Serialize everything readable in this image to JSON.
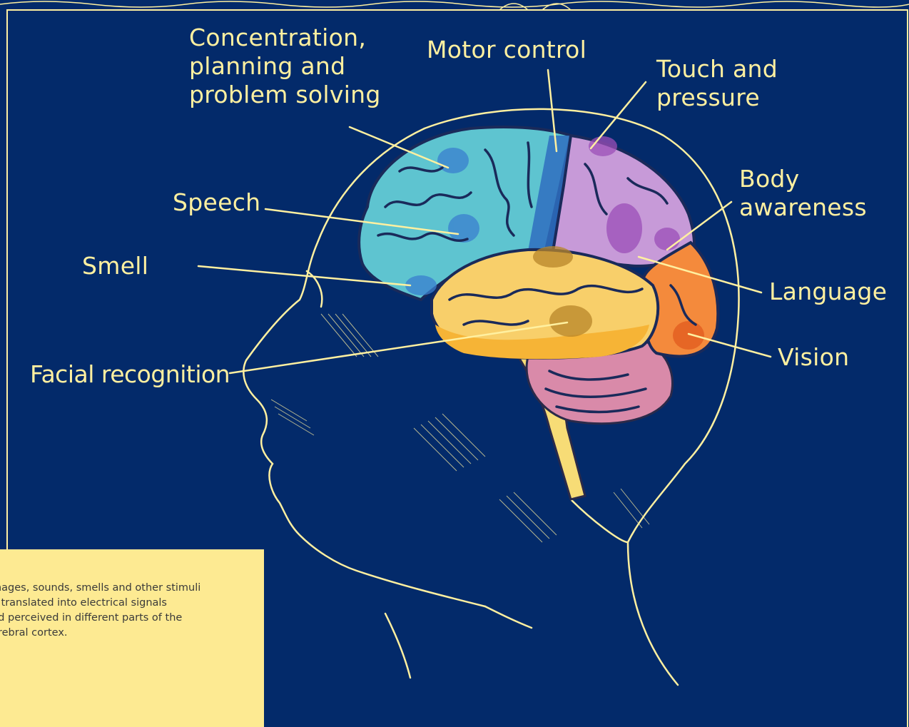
{
  "labels": {
    "concentration": "Concentration,\nplanning and\nproblem solving",
    "motor": "Motor control",
    "touch": "Touch and\npressure",
    "speech": "Speech",
    "body": "Body\nawareness",
    "smell": "Smell",
    "language": "Language",
    "vision": "Vision",
    "facial": "Facial recognition"
  },
  "caption": "mages, sounds, smells and other stimuli\ne translated into electrical signals\nnd perceived in different parts of the\nerebral cortex.",
  "colors": {
    "background": "#032a6a",
    "line_art": "#fff0a0",
    "caption_box": "#fdea92",
    "frontal": "#5ec4d0",
    "parietal": "#c79ad8",
    "occipital": "#f48a3c",
    "temporal": "#f8cf6a",
    "cerebellum": "#d98aa9",
    "brainstem": "#f7dc76"
  }
}
